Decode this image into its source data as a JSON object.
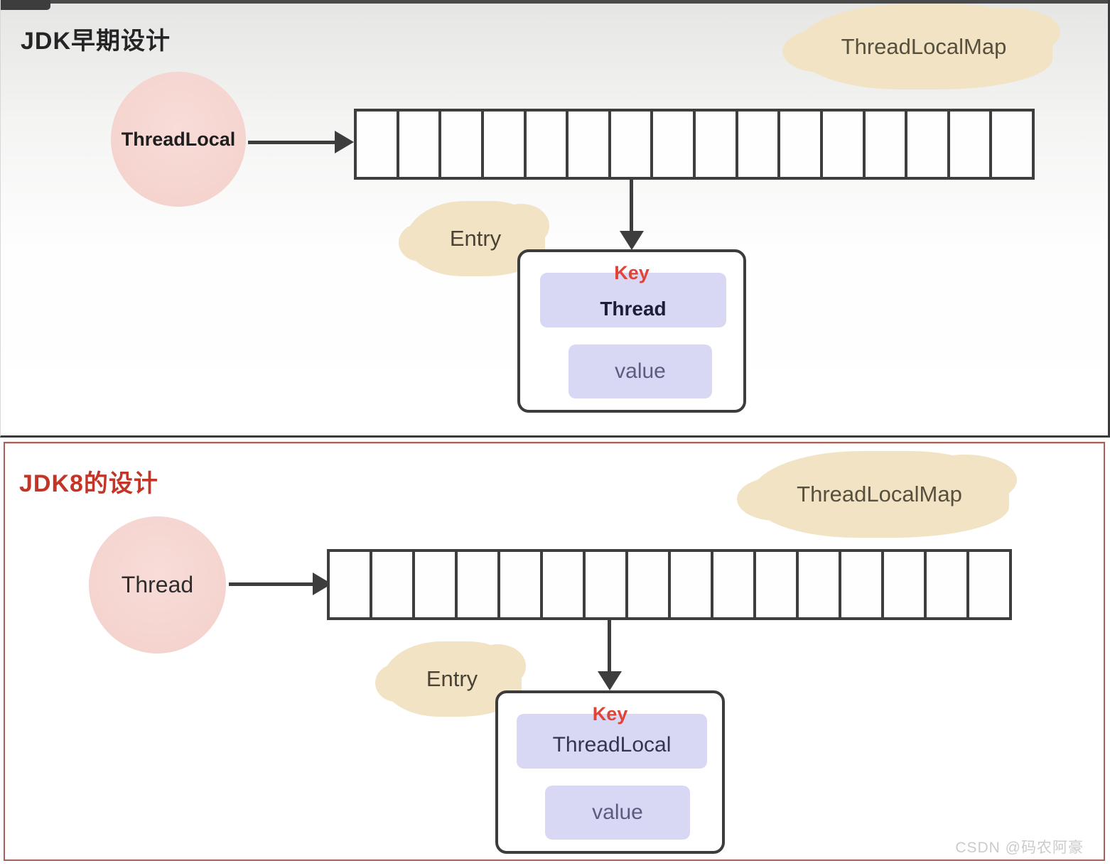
{
  "top_panel": {
    "title": "JDK早期设计",
    "node_label": "ThreadLocal",
    "map_label": "ThreadLocalMap",
    "array": {
      "cell_count": 16
    },
    "entry": {
      "cloud_label": "Entry",
      "key_label": "Key",
      "key_value": "Thread",
      "value_label": "value"
    }
  },
  "bottom_panel": {
    "title": "JDK8的设计",
    "node_label": "Thread",
    "map_label": "ThreadLocalMap",
    "array": {
      "cell_count": 16
    },
    "entry": {
      "cloud_label": "Entry",
      "key_label": "Key",
      "key_value": "ThreadLocal",
      "value_label": "value"
    }
  },
  "watermark": {
    "text": "CSDN @码农阿豪"
  },
  "colors": {
    "node_pink": "#f5d4cf",
    "cloud_beige": "#f2e3c5",
    "lavender": "#d9d8f4",
    "key_red": "#e04438",
    "title_red": "#c23527",
    "bottom_panel_border": "#a4625a",
    "line_dark": "#3d3d3d"
  }
}
